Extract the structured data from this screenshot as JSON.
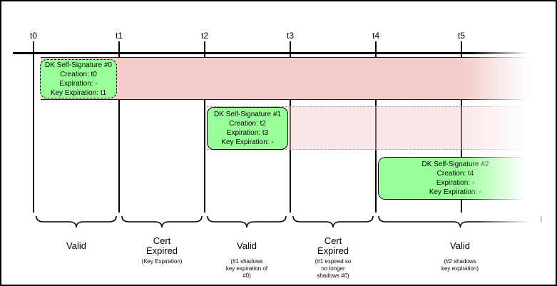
{
  "palette": {
    "expired_band": "#f4cccc",
    "shadow_band_faded": "#fae9e9",
    "signature_fill": "#99ff99",
    "line": "#000000"
  },
  "ticks": [
    "t0",
    "t1",
    "t2",
    "t3",
    "t4",
    "t5"
  ],
  "signatures": [
    {
      "title": "DK Self-Signature #0",
      "creation": "Creation: t0",
      "expiration": "Expiration: -",
      "key_expiration": "Key Expiration: t1"
    },
    {
      "title": "DK Self-Signature #1",
      "creation": "Creation: t2",
      "expiration": "Expiration: t3",
      "key_expiration": "Key Expiration: -"
    },
    {
      "title": "DK Self-Signature #2",
      "creation": "Creation: t4",
      "expiration": "Expiration: -",
      "key_expiration": "Key Expiration: -"
    }
  ],
  "periods": [
    {
      "label_lines": [
        "Valid"
      ],
      "note_lines": []
    },
    {
      "label_lines": [
        "Cert",
        "Expired"
      ],
      "note_lines": [
        "(Key Expiration)"
      ]
    },
    {
      "label_lines": [
        "Valid"
      ],
      "note_lines": [
        "(#1 shadows",
        "key expiration of",
        "#0)"
      ]
    },
    {
      "label_lines": [
        "Cert",
        "Expired"
      ],
      "note_lines": [
        "(#1 expired so",
        "no longer",
        "shadows #0)"
      ]
    },
    {
      "label_lines": [
        "Valid"
      ],
      "note_lines": [
        "(#2 shadows",
        "key expiration)"
      ]
    }
  ]
}
